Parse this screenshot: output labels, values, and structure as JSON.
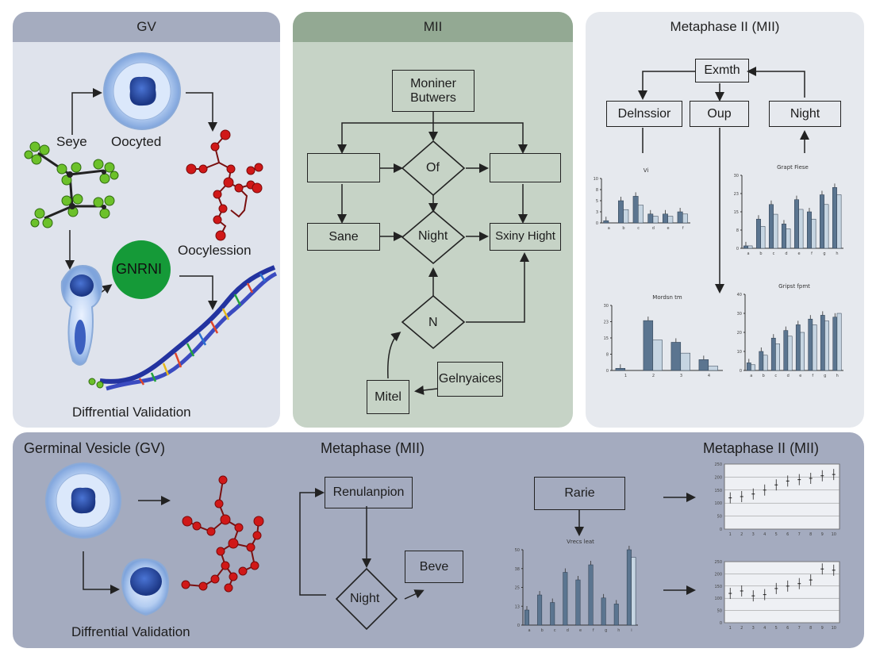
{
  "colors": {
    "panel_gv": "#dfe3ec",
    "panel_gv_head": "#a5acbf",
    "panel_mii": "#c6d3c6",
    "panel_mii_head": "#93a993",
    "panel_meta": "#e6e9ee",
    "panel_bottom": "#a4abbf",
    "oocyte_fill": "#b4cdf1",
    "nucleus": "#2a4fa8",
    "molecule_red": "#d01818",
    "molecule_green": "#6cc12a",
    "gnrni_green": "#159a38",
    "dna_blue": "#2333a0",
    "bar_dark": "#5b7590",
    "bar_light": "#c6d5e2"
  },
  "panel_gv": {
    "title": "GV",
    "label_seye": "Seye",
    "label_oocyted": "Oocyted",
    "label_oocylession": "Oocylession",
    "gnrni_label": "GNRNI",
    "footer": "Diffrential Validation",
    "icons": {
      "oocyte": "oocyte-cell-icon",
      "molecule_green": "green-molecule-icon",
      "molecule_red": "red-molecule-icon",
      "dividing_cell": "dividing-cell-icon",
      "dna": "dna-helix-icon"
    }
  },
  "panel_mii": {
    "title": "MII",
    "box_top": "Moniner Butwers",
    "diamond_of": "Of",
    "box_sane": "Sane",
    "diamond_night": "Night",
    "box_sxiny": "Sxiny Hight",
    "diamond_n": "N",
    "box_mitel": "Mitel",
    "box_gelnyaices": "Gelnyaices"
  },
  "panel_meta": {
    "title": "Metaphase II (MII)",
    "box_exmth": "Exmth",
    "box_delnssior": "Delnssior",
    "box_oup": "Oup",
    "box_night": "Night",
    "chart1_title": "Vi",
    "chart2_title": "Grapt Fiese",
    "chart3_title": "Mordsn tm",
    "chart4_title": "Gripst fpmt"
  },
  "panel_bottom": {
    "title_gv": "Germinal Vesicle (GV)",
    "title_meta": "Metaphase (MII)",
    "title_meta2": "Metaphase II (MII)",
    "box_renulanpion": "Renulanpion",
    "diamond_night": "Night",
    "box_beve": "Beve",
    "box_rarie": "Rarie",
    "chart5_title": "Vrecs leat",
    "footer": "Diffrential Validation"
  },
  "chart_data": [
    {
      "type": "bar",
      "title": "Vi",
      "categories": [
        "a",
        "b",
        "c",
        "d",
        "e",
        "f"
      ],
      "series": [
        {
          "name": "",
          "values": [
            0.5,
            5,
            6,
            2,
            2,
            2.5
          ]
        },
        {
          "name": "",
          "values": [
            0,
            3,
            4,
            1.5,
            1.5,
            2
          ]
        }
      ],
      "ylim": [
        0,
        10
      ]
    },
    {
      "type": "bar",
      "title": "Grapt Fiese",
      "categories": [
        "a",
        "b",
        "c",
        "d",
        "e",
        "f",
        "g",
        "h"
      ],
      "series": [
        {
          "name": "",
          "values": [
            1,
            12,
            18,
            10,
            20,
            15,
            22,
            25
          ]
        },
        {
          "name": "",
          "values": [
            1,
            9,
            14,
            8,
            16,
            12,
            18,
            22
          ]
        }
      ],
      "ylim": [
        0,
        30
      ]
    },
    {
      "type": "bar",
      "title": "Mordsn tm",
      "categories": [
        "1",
        "2",
        "3",
        "4"
      ],
      "series": [
        {
          "name": "",
          "values": [
            1,
            23,
            13,
            5
          ]
        },
        {
          "name": "",
          "values": [
            0,
            14,
            8,
            2
          ]
        }
      ],
      "ylim": [
        0,
        30
      ]
    },
    {
      "type": "bar",
      "title": "Gripst fpmt",
      "categories": [
        "a",
        "b",
        "c",
        "d",
        "e",
        "f",
        "g",
        "h"
      ],
      "series": [
        {
          "name": "",
          "values": [
            4,
            10,
            17,
            21,
            24,
            27,
            29,
            28
          ]
        },
        {
          "name": "",
          "values": [
            3,
            8,
            14,
            18,
            20,
            24,
            26,
            30
          ]
        }
      ],
      "ylim": [
        0,
        40
      ]
    },
    {
      "type": "bar",
      "title": "Vrecs leat",
      "categories": [
        "a",
        "b",
        "c",
        "d",
        "e",
        "f",
        "g",
        "h",
        "i"
      ],
      "series": [
        {
          "name": "",
          "values": [
            10,
            20,
            15,
            35,
            30,
            40,
            18,
            14,
            50
          ]
        },
        {
          "name": "",
          "values": [
            0,
            0,
            0,
            0,
            0,
            0,
            0,
            0,
            45
          ]
        }
      ],
      "ylim": [
        0,
        50
      ]
    },
    {
      "type": "scatter",
      "title": "",
      "x": [
        1,
        2,
        3,
        4,
        5,
        6,
        7,
        8,
        9,
        10
      ],
      "y": [
        120,
        125,
        135,
        150,
        170,
        185,
        190,
        195,
        205,
        210
      ],
      "ylim": [
        0,
        250
      ]
    },
    {
      "type": "scatter",
      "title": "",
      "x": [
        1,
        2,
        3,
        4,
        5,
        6,
        7,
        8,
        9,
        10
      ],
      "y": [
        120,
        130,
        110,
        115,
        140,
        150,
        160,
        175,
        220,
        215
      ],
      "ylim": [
        0,
        250
      ]
    }
  ]
}
